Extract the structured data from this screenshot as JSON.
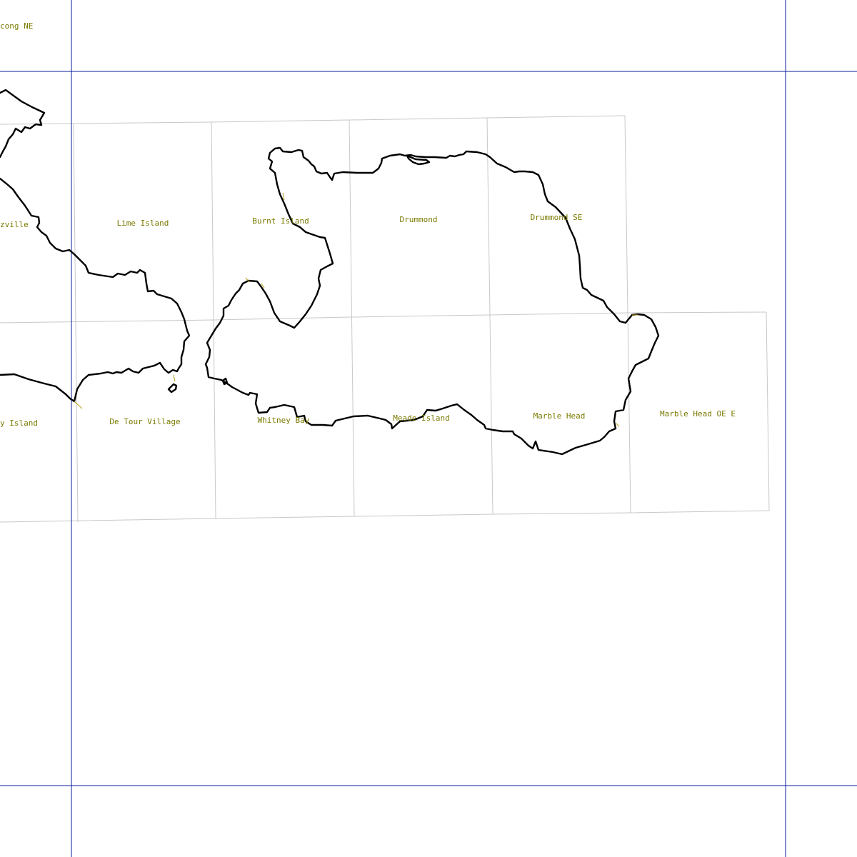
{
  "map": {
    "quad_labels": [
      {
        "id": "cecong-ne",
        "text": "cong NE"
      },
      {
        "id": "raberville",
        "text": "zville"
      },
      {
        "id": "lime-island",
        "text": "Lime Island"
      },
      {
        "id": "burnt-island",
        "text": "Burnt Island"
      },
      {
        "id": "drummond",
        "text": "Drummond"
      },
      {
        "id": "drummond-se",
        "text": "Drummond SE"
      },
      {
        "id": "bay-island",
        "text": "y Island"
      },
      {
        "id": "de-tour-village",
        "text": "De Tour Village"
      },
      {
        "id": "whitney-bay",
        "text": "Whitney Bay"
      },
      {
        "id": "meade-island",
        "text": "Meade Island"
      },
      {
        "id": "marble-head",
        "text": "Marble Head"
      },
      {
        "id": "marble-head-oe-e",
        "text": "Marble Head OE E"
      }
    ],
    "colors": {
      "background": "#ffffff",
      "frame_lines": "#0b1c9e",
      "quad_grid": "#c8c8c8",
      "coastline": "#000000",
      "label_text": "#7a7a00"
    }
  }
}
